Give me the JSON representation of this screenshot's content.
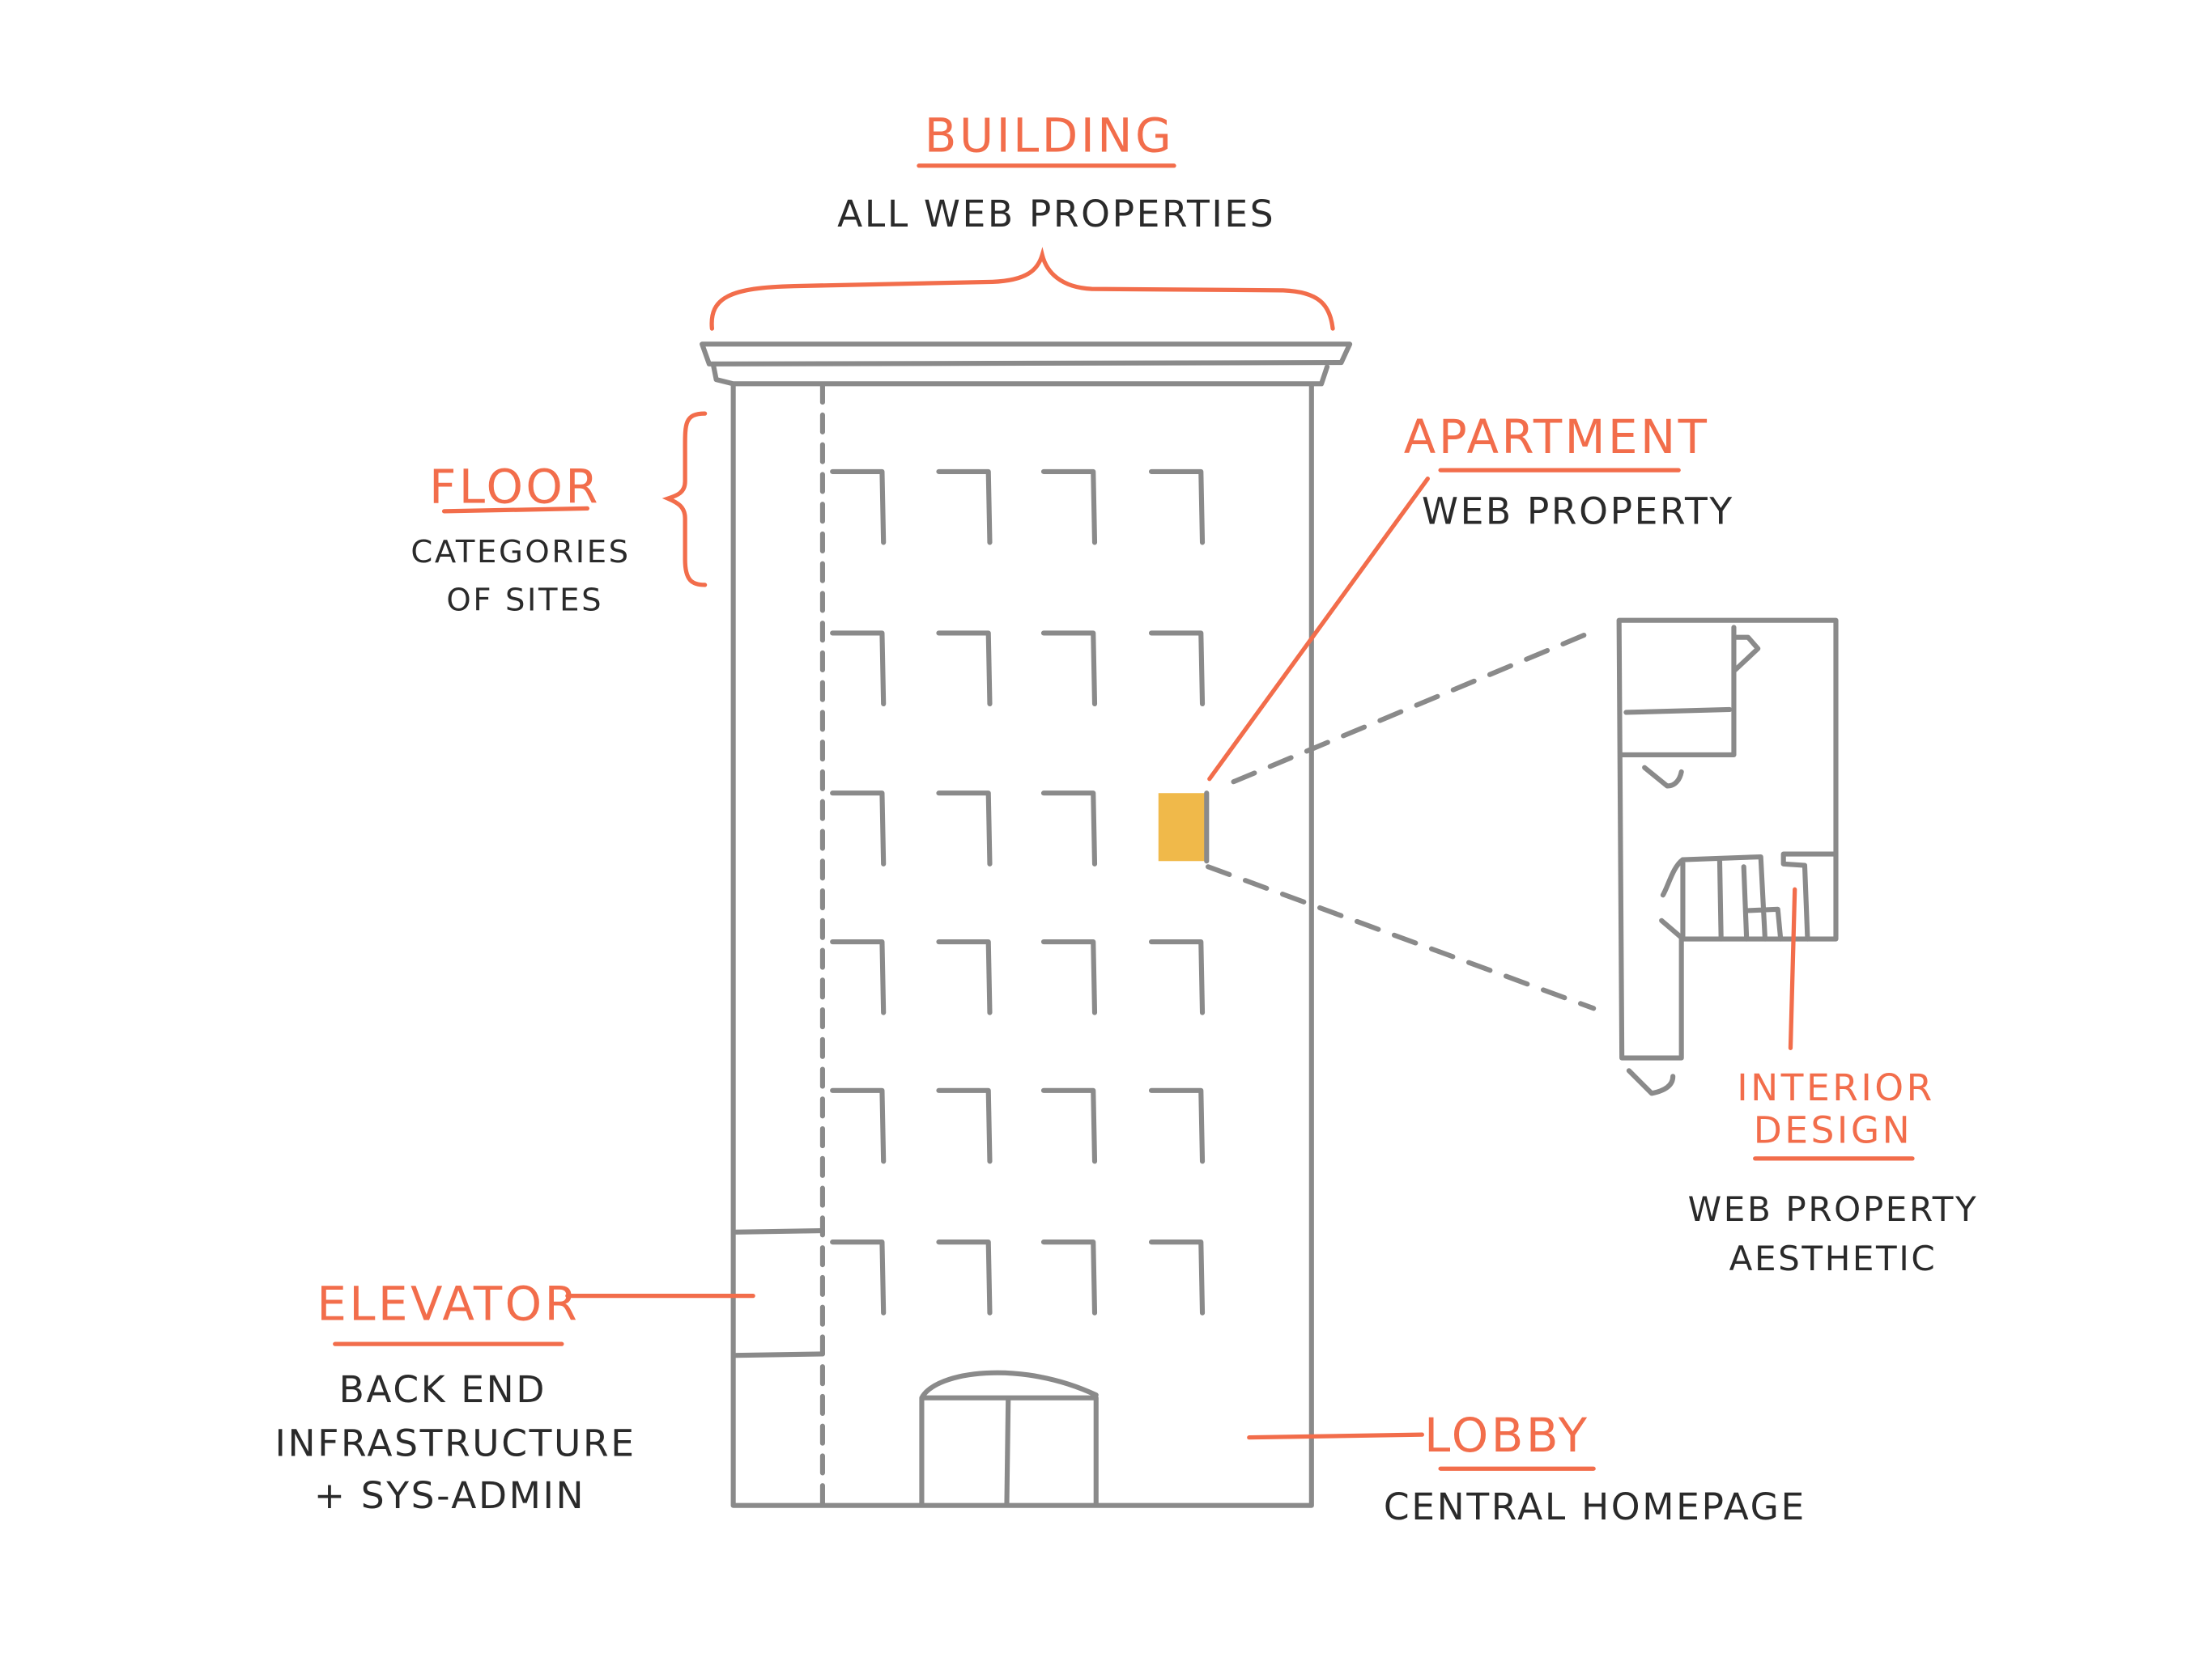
{
  "building": {
    "title": "Building",
    "subtitle": "All web properties"
  },
  "floor": {
    "title": "Floor",
    "line1": "Categories",
    "line2": "of sites"
  },
  "apartment": {
    "title": "Apartment",
    "subtitle": "Web property"
  },
  "interior": {
    "title1": "Interior",
    "title2": "Design",
    "line1": "Web property",
    "line2": "Aesthetic"
  },
  "elevator": {
    "title": "Elevator",
    "line1": "Back end",
    "line2": "Infrastructure",
    "line3": "+ sys-admin"
  },
  "lobby": {
    "title": "Lobby",
    "subtitle": "Central homepage"
  },
  "colors": {
    "accent": "#f26d4b",
    "line": "#8a8a8a",
    "highlight": "#f0b94a",
    "plan_fill": "#f0f0f0"
  }
}
